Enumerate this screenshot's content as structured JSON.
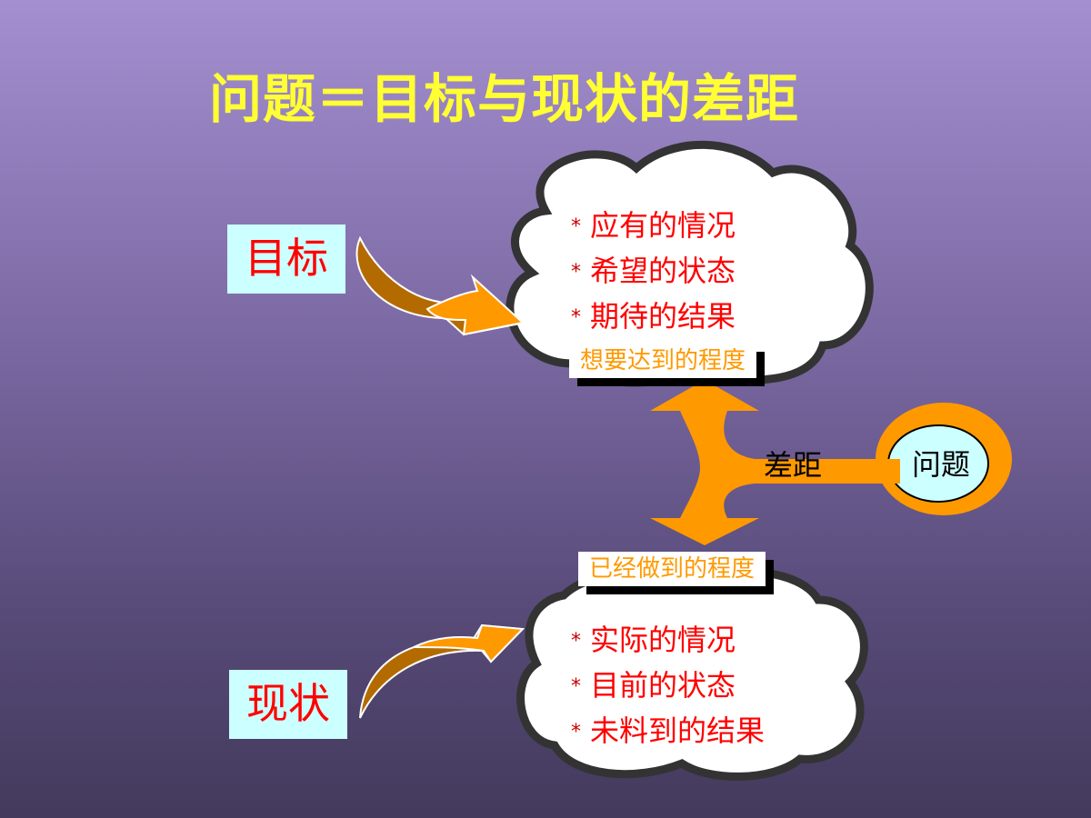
{
  "title": "问题＝目标与现状的差距",
  "goal": {
    "label": "目标",
    "items": [
      "应有的情况",
      "希望的状态",
      "期待的结果"
    ],
    "tag": "想要达到的程度"
  },
  "current": {
    "label": "现状",
    "items": [
      "实际的情况",
      "目前的状态",
      "未料到的结果"
    ],
    "tag": "已经做到的程度"
  },
  "gap_label": "差距",
  "problem_label": "问题",
  "bullet_symbol": "*",
  "colors": {
    "title": "#ffff33",
    "label_bg": "#ccffff",
    "label_text": "#ff0000",
    "item_text": "#ff0000",
    "tag_text": "#ff9900",
    "arrow": "#ff9900",
    "arrow_dark": "#b86e00",
    "cloud_border": "#3a3a3a"
  }
}
